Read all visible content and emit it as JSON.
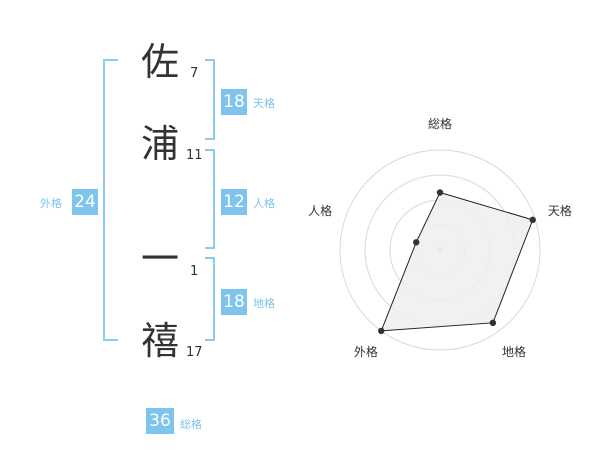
{
  "name": {
    "characters": [
      {
        "char": "佐",
        "strokes": "7"
      },
      {
        "char": "浦",
        "strokes": "11"
      },
      {
        "char": "一",
        "strokes": "1"
      },
      {
        "char": "禧",
        "strokes": "17"
      }
    ]
  },
  "fortune": {
    "tenkaku": {
      "value": "18",
      "label": "天格"
    },
    "jinkaku": {
      "value": "12",
      "label": "人格"
    },
    "chikaku": {
      "value": "18",
      "label": "地格"
    },
    "gaikaku": {
      "value": "24",
      "label": "外格"
    },
    "soukaku": {
      "value": "36",
      "label": "総格"
    }
  },
  "colors": {
    "accent": "#7ec4ec",
    "bracket": "#8ecbf0",
    "text": "#333333",
    "radar_fill": "#eeeeee",
    "radar_ring": "#d9d9d9"
  },
  "chart_data": {
    "type": "radar",
    "axes": [
      "総格",
      "天格",
      "地格",
      "外格",
      "人格"
    ],
    "rings": 4,
    "max": 4,
    "values": [
      2.3,
      3.9,
      3.6,
      4.0,
      1.0
    ]
  }
}
